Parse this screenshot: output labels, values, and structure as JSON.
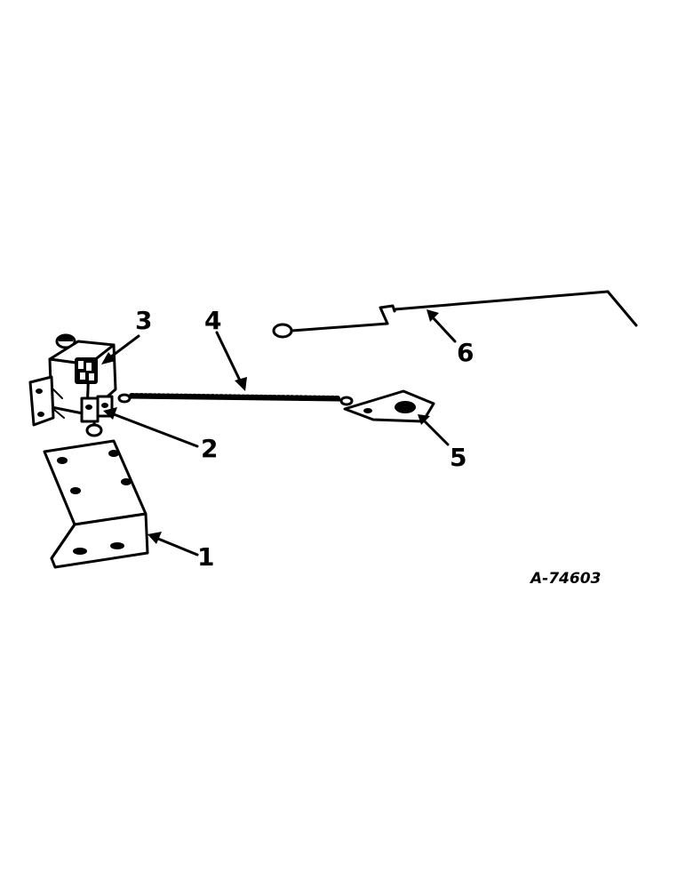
{
  "callouts": {
    "part_1": "1",
    "part_2": "2",
    "part_3": "3",
    "part_4": "4",
    "part_5": "5",
    "part_6": "6"
  },
  "drawing_number": "A-74603",
  "colors": {
    "ink": "#000000",
    "paper": "#ffffff"
  }
}
